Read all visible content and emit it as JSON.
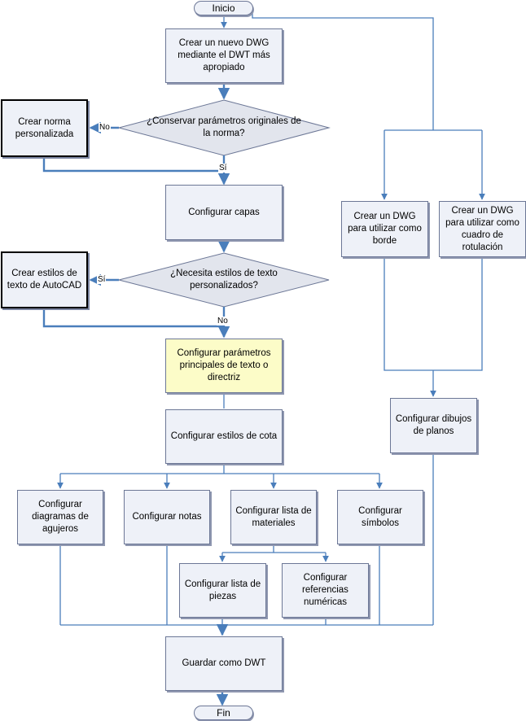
{
  "diagram": {
    "terminals": {
      "start": "Inicio",
      "end": "Fin"
    },
    "steps": {
      "new_dwg": "Crear un nuevo DWG mediante el DWT más apropiado",
      "custom_standard": "Crear norma personalizada",
      "layers": "Configurar capas",
      "autocad_text_styles": "Crear estilos de texto de AutoCAD",
      "text_params": "Configurar parámetros principales de texto o directriz",
      "dim_styles": "Configurar estilos de cota",
      "hole_charts": "Configurar diagramas de agujeros",
      "notes": "Configurar notas",
      "parts_list": "Configurar lista de materiales",
      "symbols": "Configurar símbolos",
      "parts_list_pieces": "Configurar lista de piezas",
      "balloons": "Configurar referencias numéricas",
      "save_dwt": "Guardar como DWT",
      "border_dwg": "Crear un DWG para utilizar como borde",
      "title_block_dwg": "Crear un DWG para utilizar como cuadro de rotulación",
      "sheet_drawings": "Configurar dibujos de planos"
    },
    "decisions": {
      "keep_params": "¿Conservar parámetros originales de la norma?",
      "need_text_styles": "¿Necesita estilos de texto personalizados?"
    },
    "labels": {
      "no1": "No",
      "yes1": "Sí",
      "yes2": "Sí",
      "no2": "No"
    },
    "colors": {
      "connector": "#4a7ebb",
      "box_fill": "#eef1f8",
      "highlight_fill": "#fcfcc8",
      "box_border": "#6c7796"
    }
  }
}
